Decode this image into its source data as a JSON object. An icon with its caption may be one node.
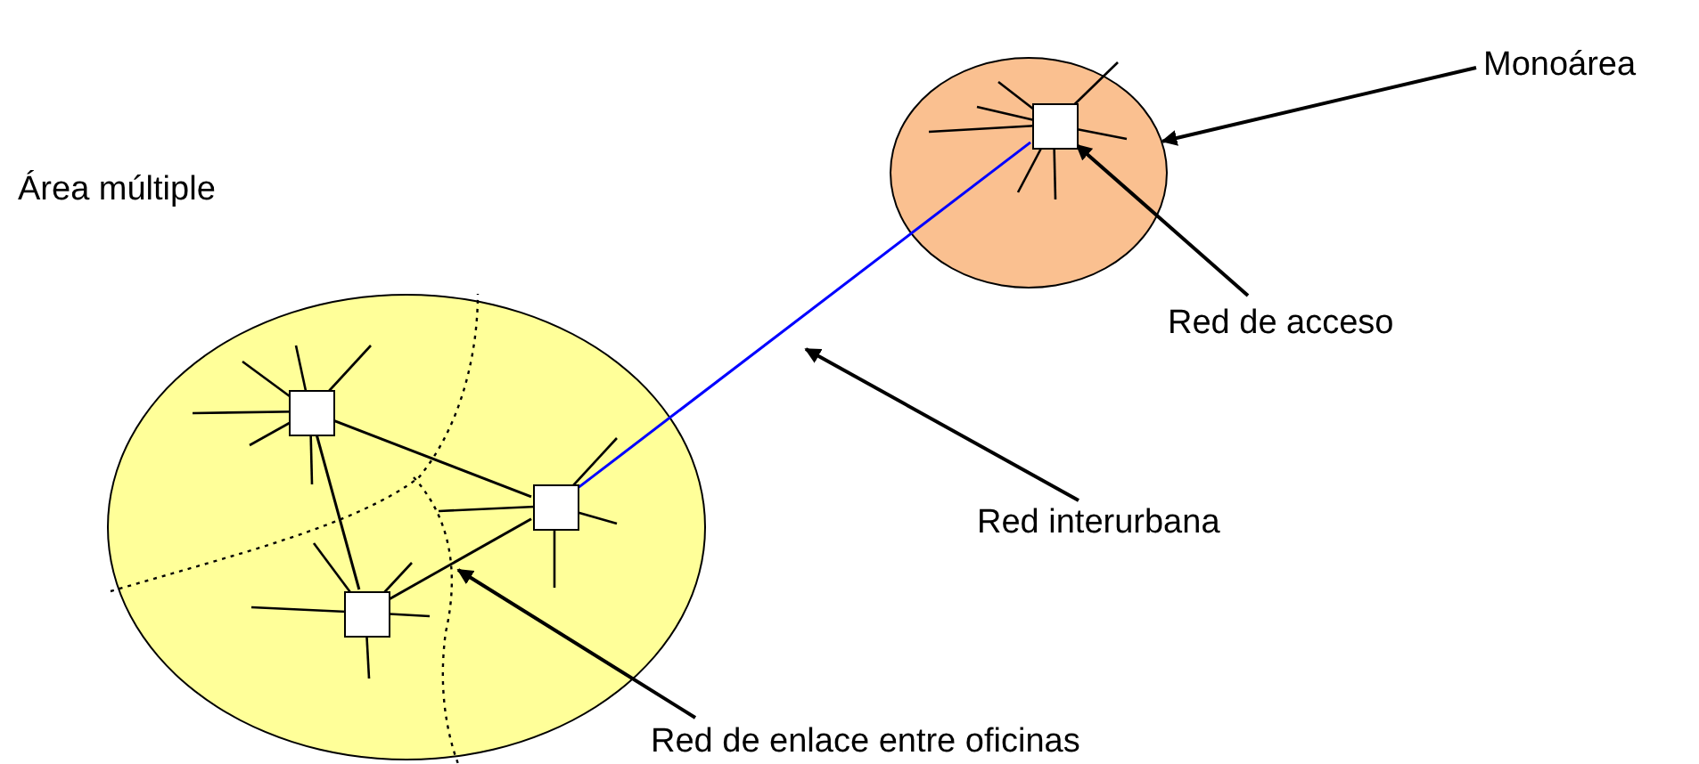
{
  "diagram": {
    "nodes": [
      {
        "text": [],
        "shape": "ellipse"
      },
      {
        "text": [],
        "shape": "ellipse"
      },
      {
        "text": [],
        "shape": "box",
        "in": 1
      },
      {
        "text": [],
        "shape": "box",
        "in": 0
      },
      {
        "text": [],
        "shape": "box",
        "in": 0
      },
      {
        "text": [],
        "shape": "box",
        "in": 0
      },
      {
        "text": [
          "Monoárea"
        ]
      },
      {
        "text": [
          "Red de acceso"
        ]
      },
      {
        "text": [
          "Red interurbana"
        ]
      },
      {
        "text": [
          "Red de enlace entre oficinas"
        ]
      }
    ],
    "edges": [
      {
        "from": 3,
        "to": 4,
        "arrow": "none"
      },
      {
        "from": 3,
        "to": 5,
        "arrow": "none"
      },
      {
        "from": 5,
        "to": 4,
        "arrow": "none"
      },
      {
        "from": 4,
        "to": 2,
        "arrow": "none",
        "color": "#0000ff"
      },
      {
        "from": 6,
        "to": 1,
        "arrow": "to"
      },
      {
        "from": 7,
        "to": 2,
        "arrow": "to"
      },
      {
        "from": 8,
        "to": null,
        "arrow": "to"
      },
      {
        "from": 9,
        "to": null,
        "arrow": "to"
      }
    ],
    "labels": [
      "Área múltiple"
    ]
  }
}
